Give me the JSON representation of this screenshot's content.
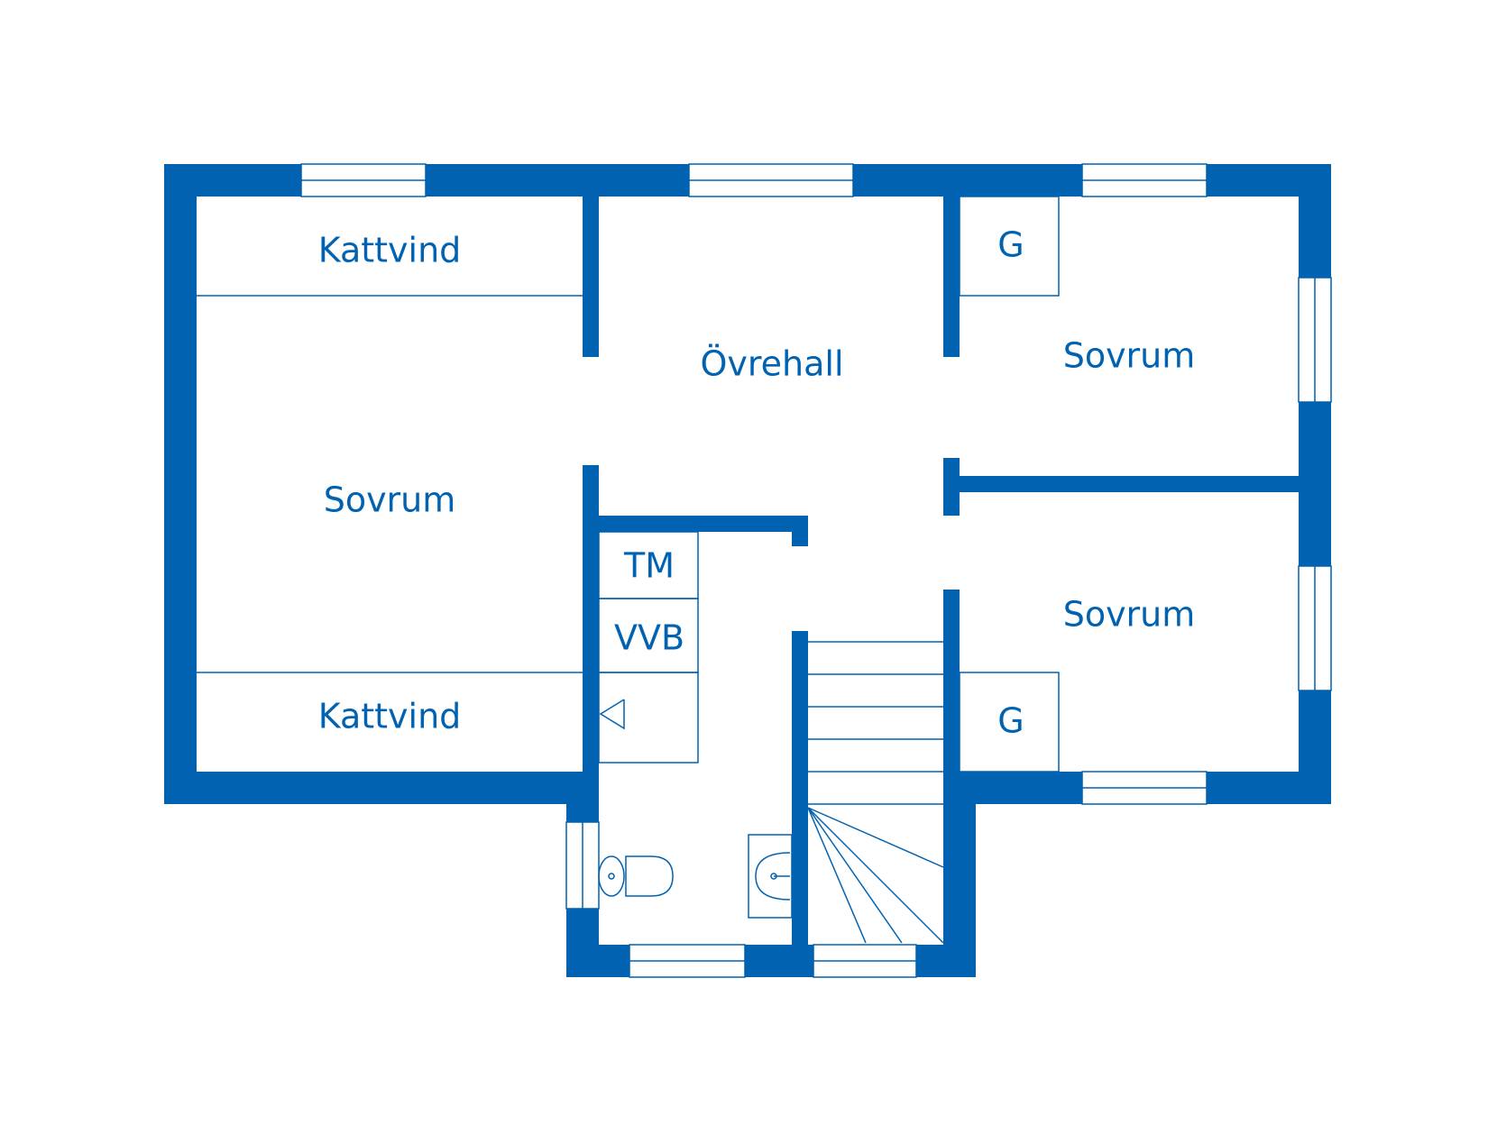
{
  "colors": {
    "wall": "#0062b0",
    "background": "#ffffff"
  },
  "rooms": {
    "kattvind_top": "Kattvind",
    "sovrum_left": "Sovrum",
    "kattvind_bottom": "Kattvind",
    "ovrehall": "Övrehall",
    "g_top": "G",
    "sovrum_top_right": "Sovrum",
    "sovrum_bottom_right": "Sovrum",
    "g_bottom": "G",
    "tm": "TM",
    "vvb": "VVB"
  },
  "icons": [
    "toilet-icon",
    "sink-icon",
    "staircase-icon",
    "window-icon"
  ]
}
